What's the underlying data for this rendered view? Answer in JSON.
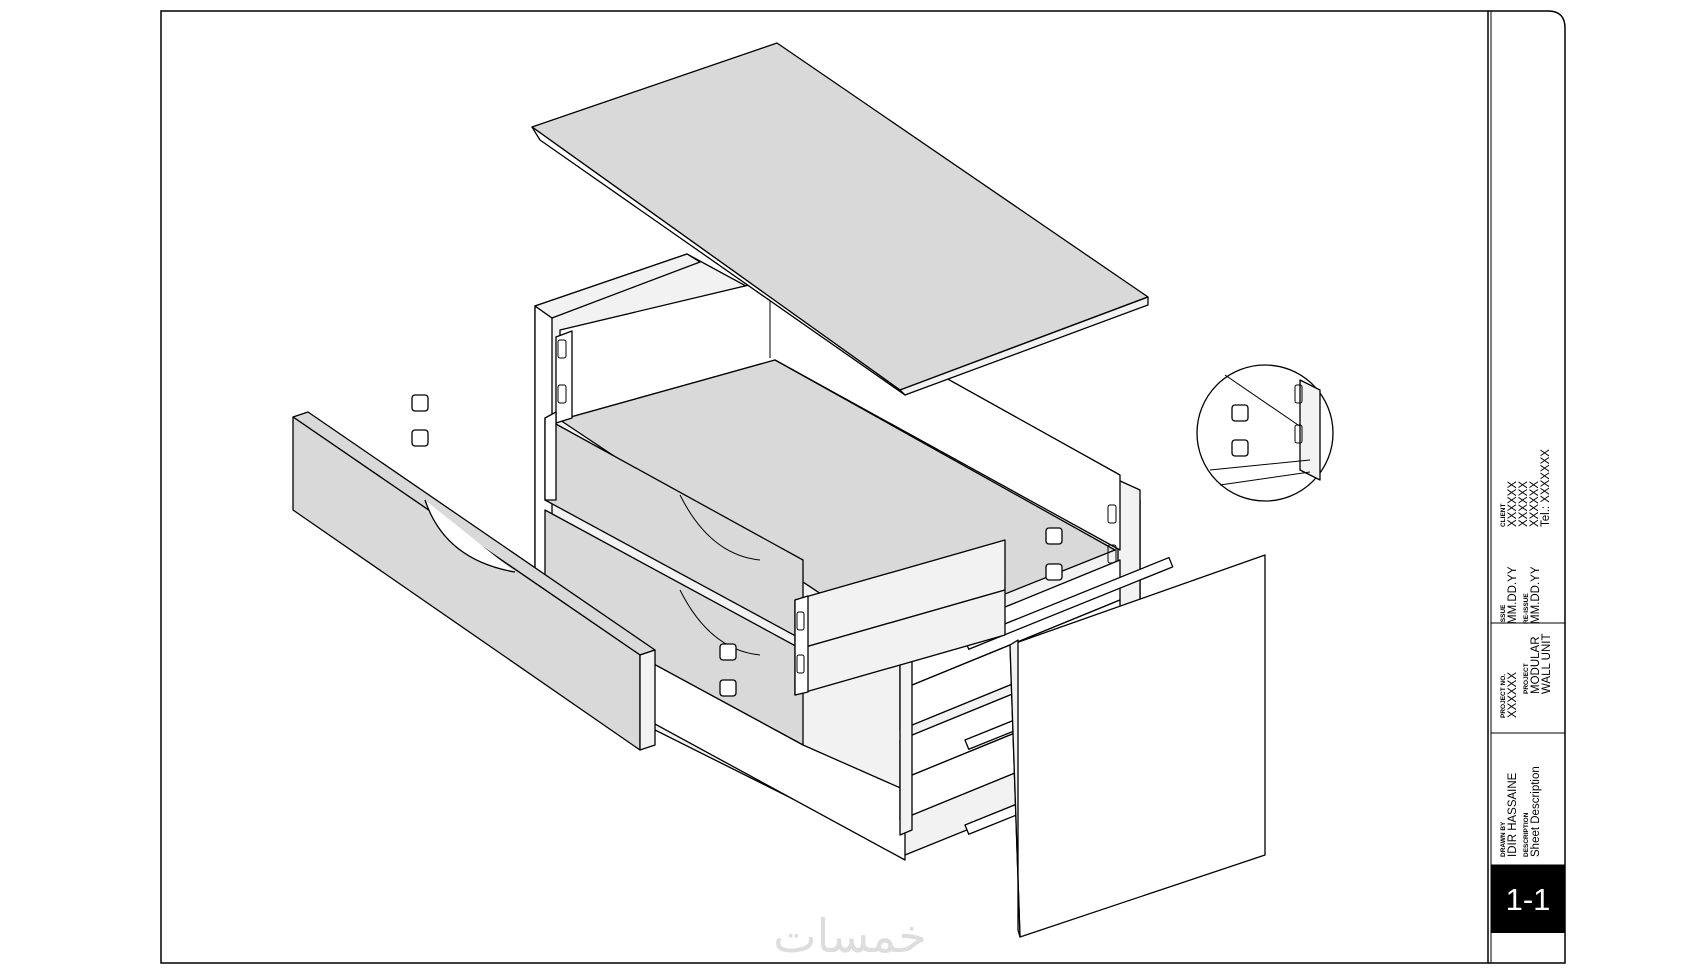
{
  "title_block": {
    "client_label": "CLIENT",
    "client_lines": [
      "XXXXXX",
      "XXXXXX",
      "XXXXXX"
    ],
    "client_tel": "Tel.: XXXXXXX",
    "issue_label": "ISSUE",
    "issue_date": "MM.DD.YY",
    "reissue_label": "RE-ISSUE",
    "reissue_date": "MM.DD.YY",
    "project_no_label": "PROJECT NO.",
    "project_no": "XXXXXX",
    "project_label": "PROJECT",
    "project_line1": "MODULAR",
    "project_line2": "WALL UNIT",
    "drawn_by_label": "DRAWN BY",
    "drawn_by": "IDIR HASSAINE",
    "description_label": "DESCRIPTION",
    "description": "Sheet Description",
    "sheet_number": "1-1"
  },
  "watermark": "خمسات",
  "drawing": {
    "type": "exploded isometric assembly",
    "subject": "drawer cabinet",
    "detail_callout": "circular magnified detail of drawer runner connectors",
    "colors": {
      "line": "#000000",
      "panel_fill": "#d9d9d9",
      "light_fill": "#f2f2f2",
      "title_block_fill": "#000000"
    }
  }
}
